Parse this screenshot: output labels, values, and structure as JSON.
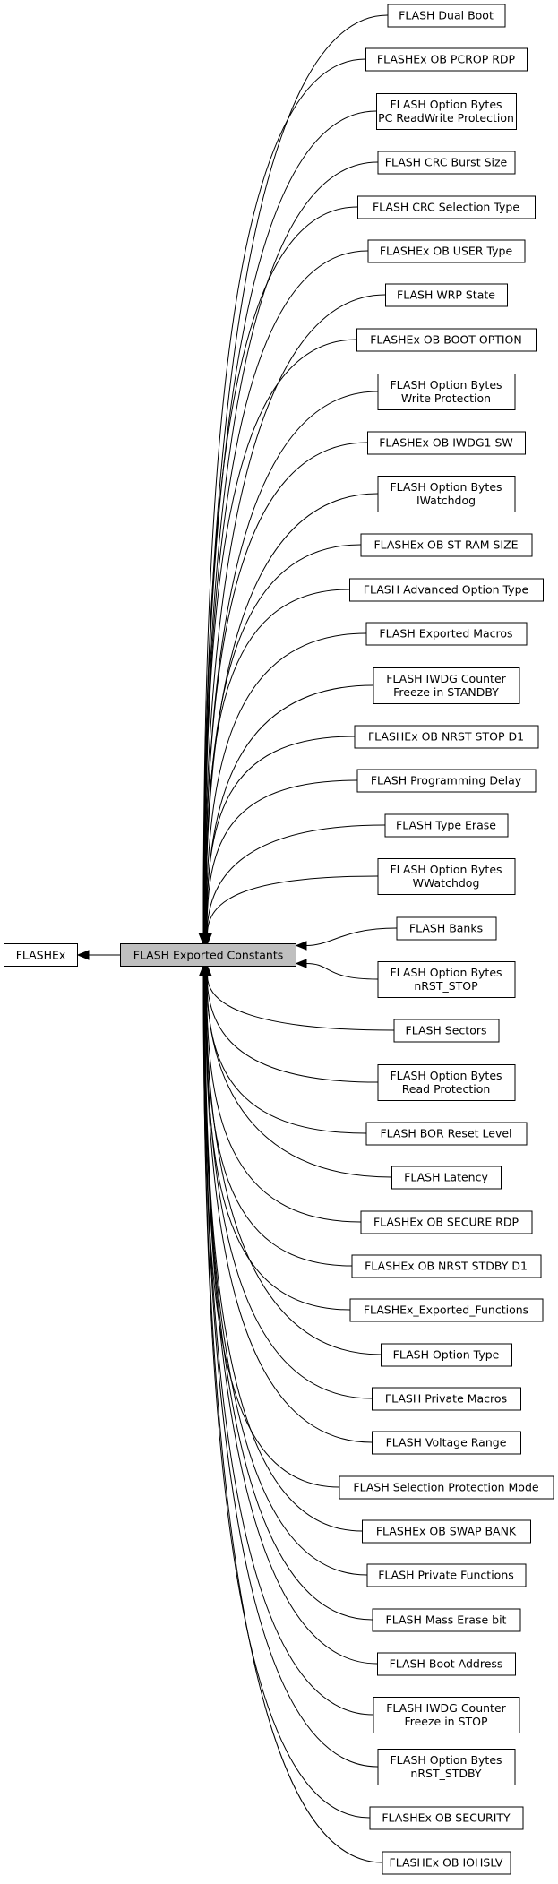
{
  "parent_group": {
    "label": "FLASHEx"
  },
  "current_group": {
    "label": "FLASH Exported Constants"
  },
  "children": [
    {
      "lines": [
        "FLASH Dual Boot"
      ]
    },
    {
      "lines": [
        "FLASHEx OB PCROP RDP"
      ]
    },
    {
      "lines": [
        "FLASH Option Bytes",
        "PC ReadWrite Protection"
      ]
    },
    {
      "lines": [
        "FLASH CRC Burst Size"
      ]
    },
    {
      "lines": [
        "FLASH CRC Selection Type"
      ]
    },
    {
      "lines": [
        "FLASHEx OB USER Type"
      ]
    },
    {
      "lines": [
        "FLASH WRP State"
      ]
    },
    {
      "lines": [
        "FLASHEx OB BOOT OPTION"
      ]
    },
    {
      "lines": [
        "FLASH Option Bytes",
        "Write Protection"
      ]
    },
    {
      "lines": [
        "FLASHEx OB IWDG1 SW"
      ]
    },
    {
      "lines": [
        "FLASH Option Bytes",
        "IWatchdog"
      ]
    },
    {
      "lines": [
        "FLASHEx OB ST RAM SIZE"
      ]
    },
    {
      "lines": [
        "FLASH Advanced Option Type"
      ]
    },
    {
      "lines": [
        "FLASH Exported Macros"
      ]
    },
    {
      "lines": [
        "FLASH IWDG Counter",
        "Freeze in STANDBY"
      ]
    },
    {
      "lines": [
        "FLASHEx OB NRST STOP D1"
      ]
    },
    {
      "lines": [
        "FLASH Programming Delay"
      ]
    },
    {
      "lines": [
        "FLASH Type Erase"
      ]
    },
    {
      "lines": [
        "FLASH Option Bytes",
        "WWatchdog"
      ]
    },
    {
      "lines": [
        "FLASH Banks"
      ]
    },
    {
      "lines": [
        "FLASH Option Bytes",
        "nRST_STOP"
      ]
    },
    {
      "lines": [
        "FLASH Sectors"
      ]
    },
    {
      "lines": [
        "FLASH Option Bytes",
        "Read Protection"
      ]
    },
    {
      "lines": [
        "FLASH BOR Reset Level"
      ]
    },
    {
      "lines": [
        "FLASH Latency"
      ]
    },
    {
      "lines": [
        "FLASHEx OB SECURE RDP"
      ]
    },
    {
      "lines": [
        "FLASHEx OB NRST STDBY D1"
      ]
    },
    {
      "lines": [
        "FLASHEx_Exported_Functions"
      ]
    },
    {
      "lines": [
        "FLASH Option Type"
      ]
    },
    {
      "lines": [
        "FLASH Private Macros"
      ]
    },
    {
      "lines": [
        "FLASH Voltage Range"
      ]
    },
    {
      "lines": [
        "FLASH Selection Protection Mode"
      ]
    },
    {
      "lines": [
        "FLASHEx OB SWAP BANK"
      ]
    },
    {
      "lines": [
        "FLASH Private Functions"
      ]
    },
    {
      "lines": [
        "FLASH Mass Erase bit"
      ]
    },
    {
      "lines": [
        "FLASH Boot Address"
      ]
    },
    {
      "lines": [
        "FLASH IWDG Counter",
        "Freeze in STOP"
      ]
    },
    {
      "lines": [
        "FLASH Option Bytes",
        "nRST_STDBY"
      ]
    },
    {
      "lines": [
        "FLASHEx OB SECURITY"
      ]
    },
    {
      "lines": [
        "FLASHEx OB IOHSLV"
      ]
    }
  ]
}
